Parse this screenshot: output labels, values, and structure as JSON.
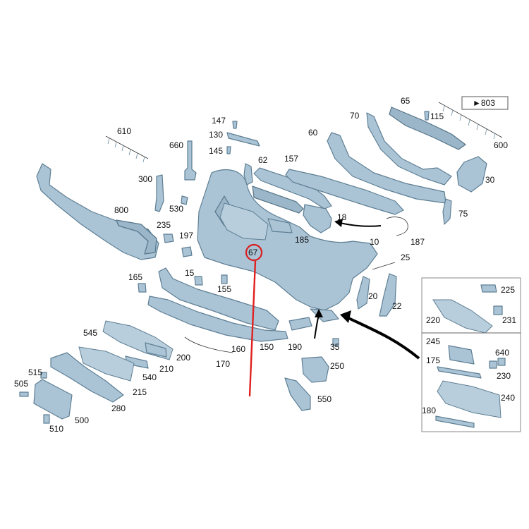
{
  "labels": {
    "l610": "610",
    "l660": "660",
    "l300": "300",
    "l530": "530",
    "l800": "800",
    "l235": "235",
    "l197": "197",
    "l147": "147",
    "l130": "130",
    "l145": "145",
    "l62": "62",
    "l157": "157",
    "l60": "60",
    "l70": "70",
    "l65": "65",
    "l115": "115",
    "l803": "►803",
    "l600": "600",
    "l30": "30",
    "l75": "75",
    "l18": "18",
    "l187": "187",
    "l185": "185",
    "l67": "67",
    "l10": "10",
    "l25": "25",
    "l15": "15",
    "l155": "155",
    "l165": "165",
    "l20": "20",
    "l22": "22",
    "l545": "545",
    "l160": "160",
    "l150": "150",
    "l190": "190",
    "l35": "35",
    "l200": "200",
    "l170": "170",
    "l210": "210",
    "l540": "540",
    "l215": "215",
    "l515": "515",
    "l505": "505",
    "l280": "280",
    "l500": "500",
    "l510": "510",
    "l250": "250",
    "l550": "550",
    "l225": "225",
    "l220": "220",
    "l231": "231",
    "l245": "245",
    "l640": "640",
    "l175": "175",
    "l230": "230",
    "l240": "240",
    "l180": "180"
  },
  "colors": {
    "part": "#aac4d6",
    "outline": "#5f7f94",
    "highlight": "#d81e1e"
  }
}
